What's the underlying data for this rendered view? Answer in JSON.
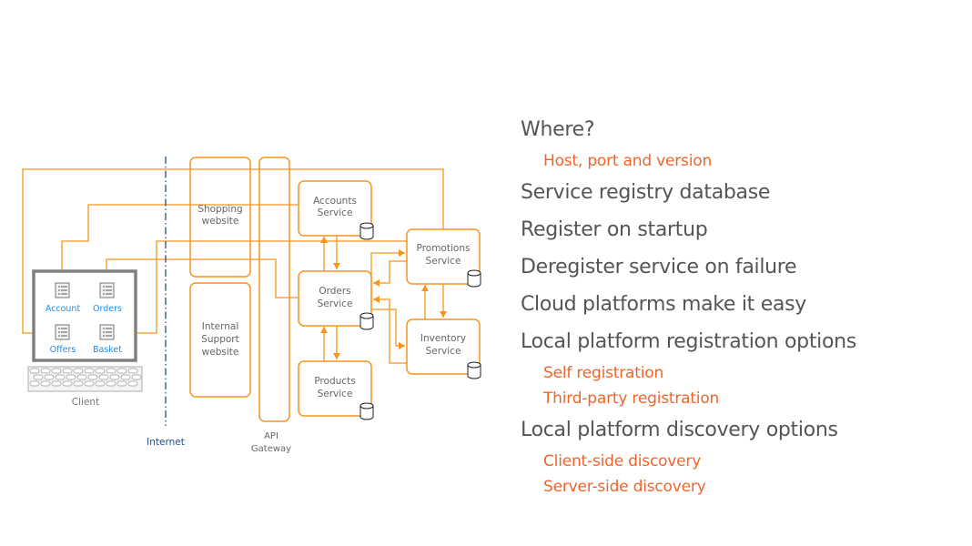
{
  "diagram": {
    "client": {
      "label": "Client",
      "apps": [
        {
          "label": "Account",
          "icon": "list-document-icon"
        },
        {
          "label": "Orders",
          "icon": "list-document-icon"
        },
        {
          "label": "Offers",
          "icon": "list-document-icon"
        },
        {
          "label": "Basket",
          "icon": "list-document-icon"
        }
      ]
    },
    "internet_label": "Internet",
    "websites": [
      {
        "line1": "Shopping",
        "line2": "website",
        "line3": ""
      },
      {
        "line1": "Internal",
        "line2": "Support",
        "line3": "website"
      }
    ],
    "gateway": {
      "line1": "API",
      "line2": "Gateway"
    },
    "services": [
      {
        "line1": "Accounts",
        "line2": "Service"
      },
      {
        "line1": "Orders",
        "line2": "Service"
      },
      {
        "line1": "Products",
        "line2": "Service"
      },
      {
        "line1": "Promotions",
        "line2": "Service"
      },
      {
        "line1": "Inventory",
        "line2": "Service"
      }
    ],
    "colors": {
      "accent": "#f7941d",
      "client_frame": "#808080",
      "internet_line": "#1f4e8c",
      "app_text": "#1a8ef0"
    }
  },
  "bullets": [
    {
      "level": 1,
      "text": "Where?"
    },
    {
      "level": 2,
      "text": "Host, port and version"
    },
    {
      "level": 1,
      "text": "Service registry database"
    },
    {
      "level": 1,
      "text": "Register on startup"
    },
    {
      "level": 1,
      "text": "Deregister service on failure"
    },
    {
      "level": 1,
      "text": "Cloud platforms make it easy"
    },
    {
      "level": 1,
      "text": "Local platform registration options"
    },
    {
      "level": 2,
      "text": "Self registration"
    },
    {
      "level": 2,
      "text": "Third-party registration"
    },
    {
      "level": 1,
      "text": "Local platform discovery options"
    },
    {
      "level": 2,
      "text": "Client-side discovery"
    },
    {
      "level": 2,
      "text": "Server-side discovery"
    }
  ]
}
